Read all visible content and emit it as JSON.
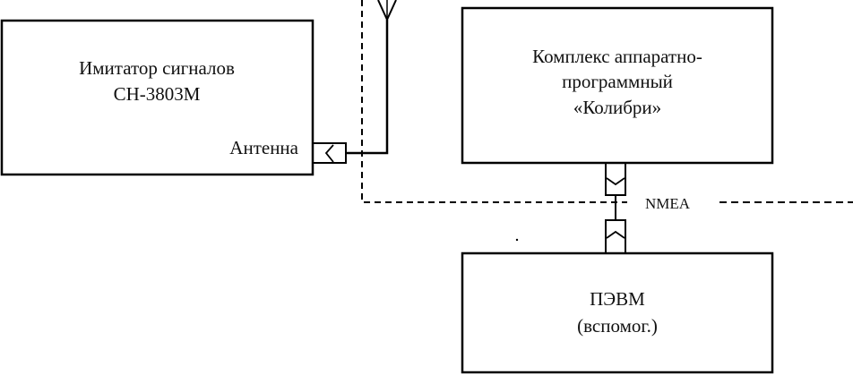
{
  "diagram": {
    "blocks": {
      "simulator": {
        "line1": "Имитатор сигналов",
        "line2": "СН-3803М",
        "port_label": "Антенна"
      },
      "complex": {
        "line1": "Комплекс аппаратно-",
        "line2": "программный",
        "line3": "«Колибри»"
      },
      "pc": {
        "line1": "ПЭВМ",
        "line2": "(вспомог.)"
      }
    },
    "connections": {
      "interface_label": "NMEA"
    },
    "colors": {
      "stroke": "#000000",
      "background": "#ffffff"
    }
  }
}
